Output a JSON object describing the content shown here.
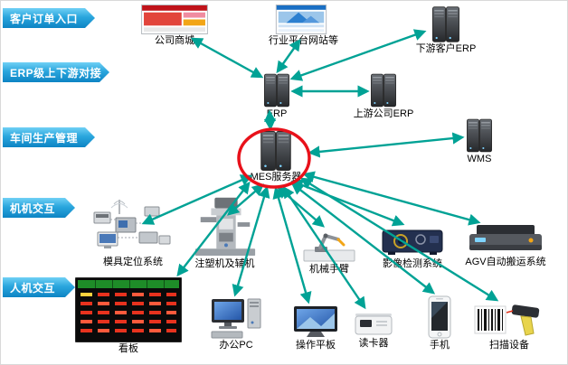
{
  "ribbons": [
    {
      "label": "客户订单入口"
    },
    {
      "label": "ERP级上下游对接"
    },
    {
      "label": "车间生产管理"
    },
    {
      "label": "机机交互"
    },
    {
      "label": "人机交互"
    }
  ],
  "nodes": {
    "mall": {
      "label": "公司商城",
      "icon": "website-red-icon"
    },
    "industry_platform": {
      "label": "行业平台网站等",
      "icon": "website-blue-icon"
    },
    "downstream_customer_erp": {
      "label": "下游客户ERP",
      "icon": "server-icon"
    },
    "erp": {
      "label": "ERP",
      "icon": "server-icon"
    },
    "upstream_company_erp": {
      "label": "上游公司ERP",
      "icon": "server-icon"
    },
    "mes_server": {
      "label": "MES服务器",
      "icon": "server-icon"
    },
    "wms": {
      "label": "WMS",
      "icon": "server-icon"
    },
    "mold_positioning_system": {
      "label": "模具定位系统",
      "icon": "mold-system-icon"
    },
    "injection_molding_machines": {
      "label": "注塑机及辅机",
      "icon": "injection-machine-icon"
    },
    "robotic_arm": {
      "label": "机械手臂",
      "icon": "robot-arm-icon"
    },
    "vision_inspection_system": {
      "label": "影像检测系统",
      "icon": "vision-system-icon"
    },
    "agv_system": {
      "label": "AGV自动搬运系统",
      "icon": "agv-icon"
    },
    "kanban_board": {
      "label": "看板",
      "icon": "kanban-board-icon"
    },
    "office_pc": {
      "label": "办公PC",
      "icon": "desktop-pc-icon"
    },
    "operation_tablet": {
      "label": "操作平板",
      "icon": "tablet-icon"
    },
    "card_reader": {
      "label": "读卡器",
      "icon": "card-reader-icon"
    },
    "mobile_phone": {
      "label": "手机",
      "icon": "phone-icon"
    },
    "scanner_device": {
      "label": "扫描设备",
      "icon": "barcode-scanner-icon"
    }
  },
  "colors": {
    "ribbon_blue": "#1d9ad6",
    "arrow_teal": "#00a295",
    "mes_highlight_red": "#e8111a"
  }
}
